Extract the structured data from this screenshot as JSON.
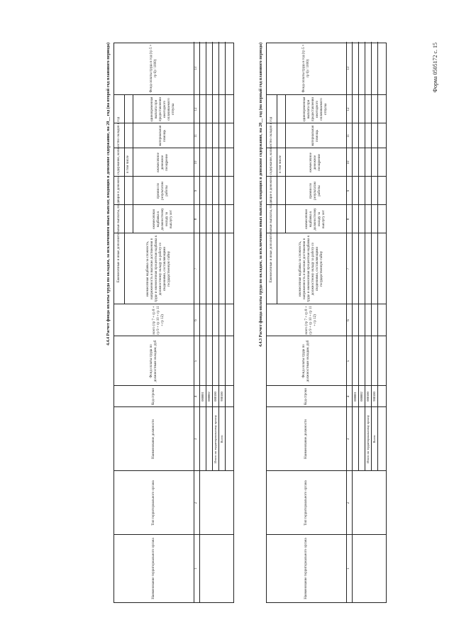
{
  "form_code": "Форма 0505172 с. 15",
  "sections": [
    {
      "heading": "4.4.3 Расчет фонда оплаты труда по окладам, за исключением иных выплат, входящих в денежное содержание, на 20__ год (на первый год планового периода)",
      "col_territorial_name": "Наименование территориального органа",
      "col_territorial_type": "Тип территориального органа",
      "col_position": "Наименование должности",
      "col_code": "Код строки",
      "col_fund": "Фонд оплаты труда по должностным окладам, руб",
      "group_header": "Ежемесячные и иные дополнительные выплаты, входящие в денежное содержание, количество окладов в год",
      "col_total": "всего (гр 7 + гр 8 + гр 9 + гр 10 + гр 11 + гр 12)",
      "subgroup_header": "в том числе",
      "col_7": "ежемесячная надбавка за сложность, напряженность и высокие достижения в труде и ежемесячная процентная надбавка к должностному окладу за работу со сведениями, составляющими государственную тайну",
      "col_8": "ежемесячная надбавка к должностному окладу за выслугу лет",
      "col_9": "премии по результатам работы",
      "col_10": "ежемесячное денежное поощрение",
      "col_11": "материальная помощь",
      "col_12": "единовременная выплата при предоставлении ежегодного оплачиваемого отпуска",
      "col_13": "Фонд оплаты труда в год (гр 5 × гр 6) / 1000)",
      "numbers": [
        "1",
        "2",
        "3",
        "4",
        "5",
        "6",
        "7",
        "8",
        "9",
        "10",
        "11",
        "12",
        "13"
      ],
      "codes": [
        "000001",
        "000002",
        "000100",
        "900100"
      ],
      "total_territorial": "Итого по территориальному органу",
      "total_all": "Всего"
    },
    {
      "heading": "4.4.4 Расчет фонда оплаты труда по окладам, за исключением иных выплат, входящих в денежное содержание, на 20__ год (на второй год планового периода)",
      "col_territorial_name": "Наименование территориального органа",
      "col_territorial_type": "Тип территориального органа",
      "col_position": "Наименование должности",
      "col_code": "Код строки",
      "col_fund": "Фонд оплаты труда по должностным окладам, руб",
      "group_header": "Ежемесячные и иные дополнительные выплаты, входящие в денежное содержание, количество окладов в год",
      "col_total": "всего (гр 7 + гр 8 + гр 9 + гр 10 + гр 11 + гр 12)",
      "subgroup_header": "в том числе",
      "col_7": "ежемесячная надбавка за сложность, напряженность и высокие достижения в труде и ежемесячная процентная надбавка к должностному окладу за работу со сведениями, составляющими государственную тайну",
      "col_8": "ежемесячная надбавка к должностному окладу за выслугу лет",
      "col_9": "премии по результатам работы",
      "col_10": "ежемесячное денежное поощрение",
      "col_11": "материальная помощь",
      "col_12": "единовременная выплата при предоставлении ежегодного оплачиваемого отпуска",
      "col_13": "Фонд оплаты труда в год (гр 5 × гр 6) / 1000)",
      "numbers": [
        "1",
        "2",
        "3",
        "4",
        "5",
        "6",
        "7",
        "8",
        "9",
        "10",
        "11",
        "12",
        "13"
      ],
      "codes": [
        "000001",
        "000002",
        "000100",
        "900100"
      ],
      "total_territorial": "Итого по территориальному органу",
      "total_all": "Всего"
    }
  ]
}
